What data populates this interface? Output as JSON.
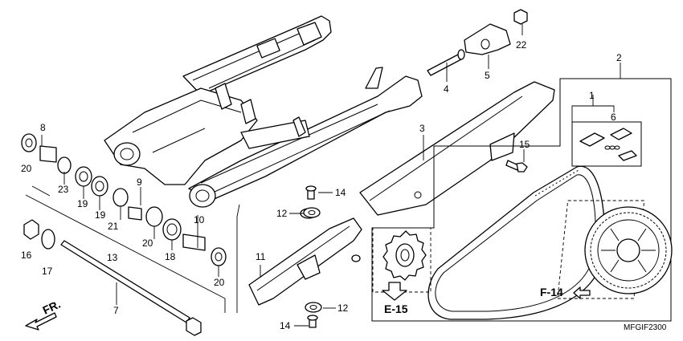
{
  "labels": [
    {
      "id": "l1",
      "text": "1"
    },
    {
      "id": "l2",
      "text": "2"
    },
    {
      "id": "l3",
      "text": "3"
    },
    {
      "id": "l4",
      "text": "4"
    },
    {
      "id": "l5",
      "text": "5"
    },
    {
      "id": "l6",
      "text": "6"
    },
    {
      "id": "l7",
      "text": "7"
    },
    {
      "id": "l8",
      "text": "8"
    },
    {
      "id": "l9",
      "text": "9"
    },
    {
      "id": "l10",
      "text": "10"
    },
    {
      "id": "l11",
      "text": "11"
    },
    {
      "id": "l12a",
      "text": "12"
    },
    {
      "id": "l12b",
      "text": "12"
    },
    {
      "id": "l13",
      "text": "13"
    },
    {
      "id": "l14a",
      "text": "14"
    },
    {
      "id": "l14b",
      "text": "14"
    },
    {
      "id": "l15",
      "text": "15"
    },
    {
      "id": "l16",
      "text": "16"
    },
    {
      "id": "l17",
      "text": "17"
    },
    {
      "id": "l18",
      "text": "18"
    },
    {
      "id": "l19a",
      "text": "19"
    },
    {
      "id": "l19b",
      "text": "19"
    },
    {
      "id": "l20a",
      "text": "20"
    },
    {
      "id": "l20b",
      "text": "20"
    },
    {
      "id": "l20c",
      "text": "20"
    },
    {
      "id": "l21",
      "text": "21"
    },
    {
      "id": "l22",
      "text": "22"
    },
    {
      "id": "l23",
      "text": "23"
    }
  ],
  "refs": {
    "e15": "E-15",
    "f14": "F-14"
  },
  "direction": "FR.",
  "diagram_code": "MFGIF2300"
}
